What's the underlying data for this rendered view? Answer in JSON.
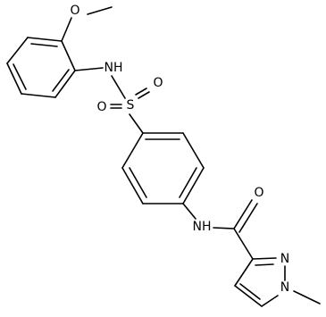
{
  "molecule": {
    "atom_labels": {
      "methoxy_o": "O",
      "nh_sulfonamide": "NH",
      "sulfur": "S",
      "sulfonyl_o_left": "O",
      "sulfonyl_o_right": "O",
      "nh_amide": "NH",
      "carbonyl_o": "O",
      "pyrazole_n2": "N",
      "pyrazole_n1": "N"
    }
  }
}
